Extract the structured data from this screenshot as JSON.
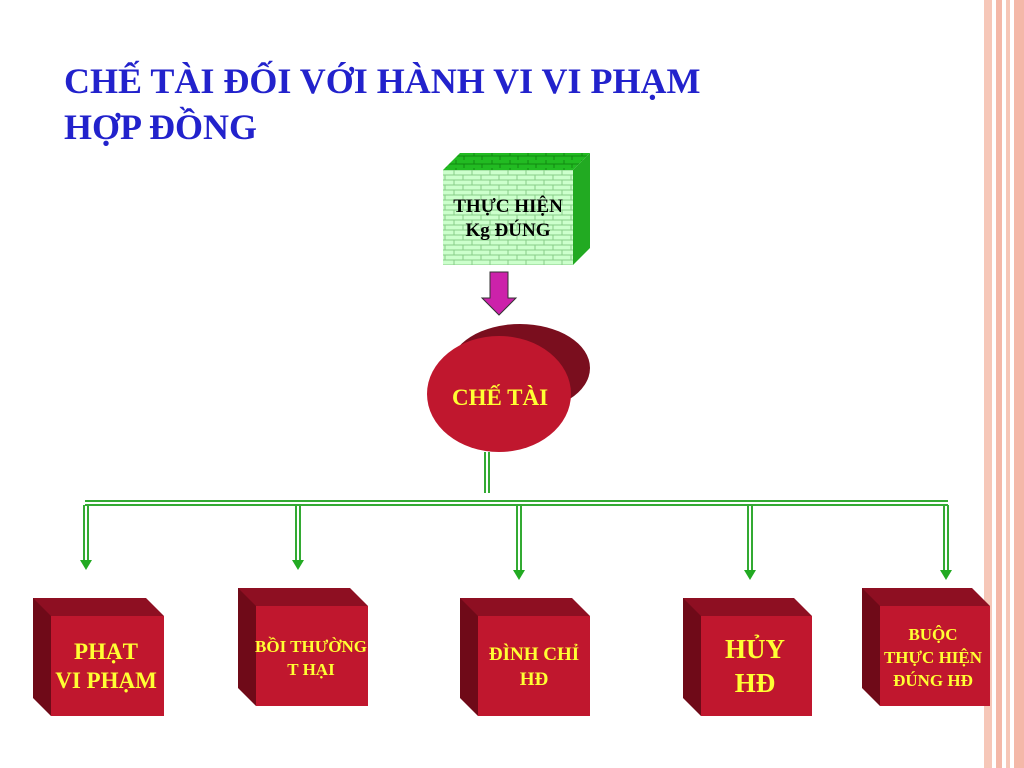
{
  "title": {
    "line1": "CHẾ TÀI ĐỐI VỚI HÀNH VI VI PHẠM",
    "line2": "HỢP ĐỒNG"
  },
  "top_box": {
    "line1": "THỰC HIỆN",
    "line2": "Kg ĐÚNG"
  },
  "center": {
    "label": "CHẾ TÀI"
  },
  "branches": [
    {
      "line1": "PHẠT",
      "line2": "VI PHẠM"
    },
    {
      "line1": "BỒI THƯỜNG",
      "line2": "T HẠI"
    },
    {
      "line1": "ĐÌNH CHỈ",
      "line2": "HĐ"
    },
    {
      "line1": "HỦY",
      "line2": "HĐ"
    },
    {
      "line1": "BUỘC",
      "line2": "THỰC HIỆN",
      "line3": "ĐÚNG HĐ"
    }
  ],
  "colors": {
    "title": "#2222cc",
    "box_front": "#c0172e",
    "box_top": "#8e0f22",
    "box_side": "#6f0a18",
    "brick_face": "#ccffcc",
    "brick_side": "#22aa22",
    "connector": "#33aa33",
    "arrow": "#cc22aa",
    "label_text": "#ffff33",
    "stripe": "#f4b8a8"
  }
}
